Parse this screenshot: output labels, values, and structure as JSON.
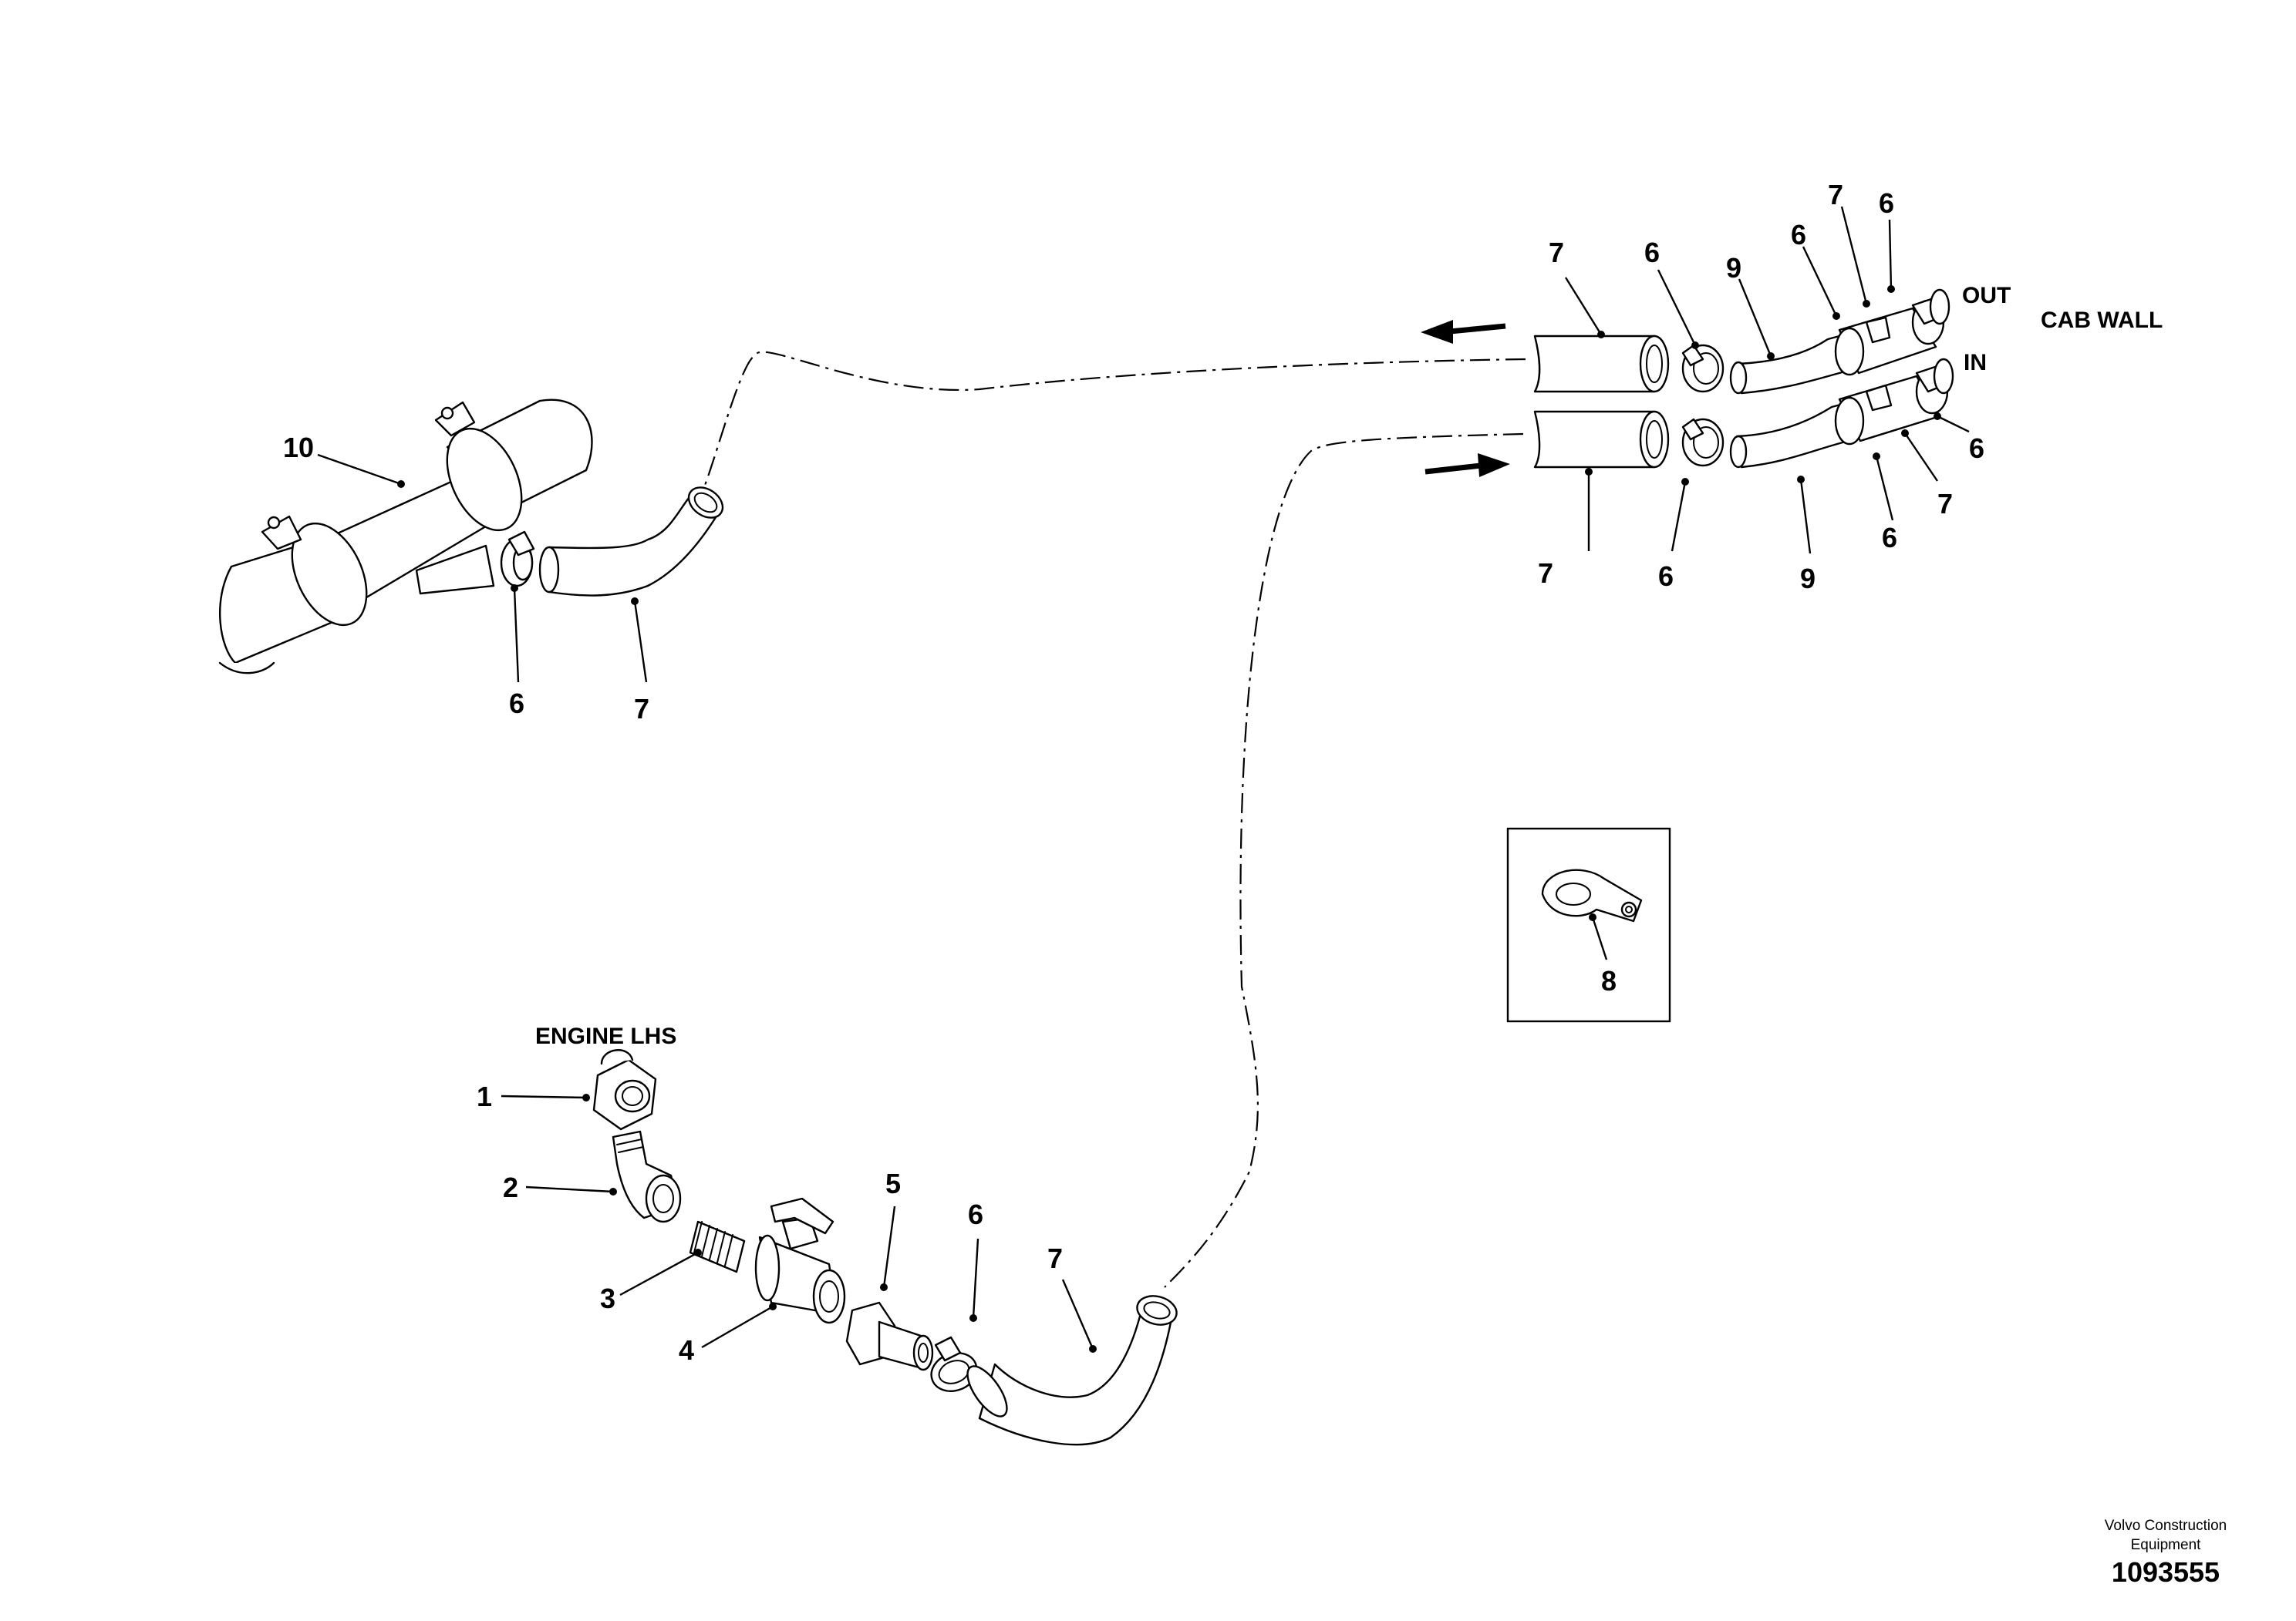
{
  "labels": {
    "engine_lhs": "ENGINE LHS",
    "out": "OUT",
    "in": "IN",
    "cab_wall": "CAB WALL"
  },
  "callouts": {
    "c1": "1",
    "c2": "2",
    "c3": "3",
    "c4": "4",
    "c5": "5",
    "c6": "6",
    "c7": "7",
    "c8": "8",
    "c9": "9",
    "c10": "10"
  },
  "footer": {
    "credit_line1": "Volvo Construction",
    "credit_line2": "Equipment",
    "doc_number": "1093555"
  }
}
